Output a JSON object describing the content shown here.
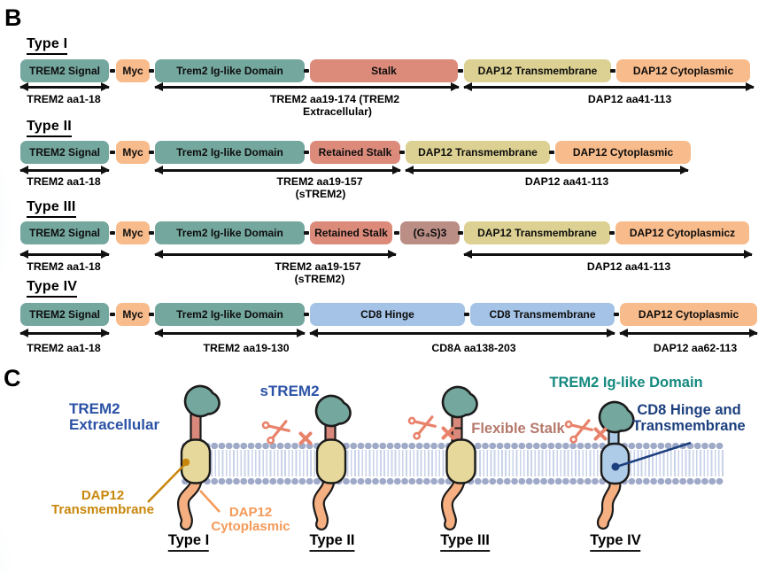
{
  "panel_b": {
    "label": "B",
    "rows": [
      {
        "heading": "Type I",
        "blocks": [
          "TREM2 Signal",
          "Myc",
          "Trem2 Ig-like Domain",
          "Stalk",
          "DAP12 Transmembrane",
          "DAP12 Cytoplasmic"
        ],
        "ann": [
          "TREM2 aa1-18",
          "TREM2 aa19-174 (TREM2",
          "Extracellular)",
          "DAP12 aa41-113"
        ]
      },
      {
        "heading": "Type II",
        "blocks": [
          "TREM2 Signal",
          "Myc",
          "Trem2 Ig-like Domain",
          "Retained Stalk",
          "DAP12 Transmembrane",
          "DAP12 Cytoplasmic"
        ],
        "ann": [
          "TREM2 aa1-18",
          "TREM2 aa19-157",
          "(sTREM2)",
          "DAP12 aa41-113"
        ]
      },
      {
        "heading": "Type III",
        "blocks": [
          "TREM2 Signal",
          "Myc",
          "Trem2 Ig-like Domain",
          "Retained Stalk",
          "(G₄S)3",
          "DAP12 Transmembrane",
          "DAP12 Cytoplasmicz"
        ],
        "ann": [
          "TREM2 aa1-18",
          "TREM2 aa19-157",
          "(sTREM2)",
          "DAP12 aa41-113"
        ]
      },
      {
        "heading": "Type IV",
        "blocks": [
          "TREM2 Signal",
          "Myc",
          "Trem2 Ig-like Domain",
          "CD8 Hinge",
          "CD8 Transmembrane",
          "DAP12 Cytoplasmic"
        ],
        "ann": [
          "TREM2 aa1-18",
          "TREM2 aa19-130",
          "CD8A aa138-203",
          "DAP12 aa62-113"
        ]
      }
    ]
  },
  "panel_c": {
    "label": "C",
    "labels": {
      "extracellular_1": "TREM2",
      "extracellular_2": "Extracellular",
      "strem2": "sTREM2",
      "ig_like": "TREM2 Ig-like Domain",
      "cd8_1": "CD8 Hinge and",
      "cd8_2": "Transmembrane",
      "flexible_stalk": "Flexible Stalk",
      "dap12_tm_1": "DAP12",
      "dap12_tm_2": "Transmembrane",
      "dap12_cyto_1": "DAP12",
      "dap12_cyto_2": "Cytoplasmic"
    },
    "types": [
      "Type I",
      "Type II",
      "Type III",
      "Type IV"
    ]
  },
  "colors": {
    "domain_teal": "#74A79E",
    "domain_peach": "#F8BB8B",
    "domain_salmon": "#DC8B7B",
    "domain_khaki": "#DCD192",
    "domain_mauve": "#BA8D85",
    "domain_blue": "#A4C3E6",
    "membrane_bead": "#9FA9C8",
    "membrane_tail": "#C9D3E9",
    "label_blue": "#2B52A6",
    "label_teal": "#13897F",
    "label_navy": "#1C3F7E",
    "label_rose": "#B5786C",
    "label_gold": "#C8870B",
    "label_orange": "#F59A58",
    "scissors_coral": "#E8826B"
  }
}
